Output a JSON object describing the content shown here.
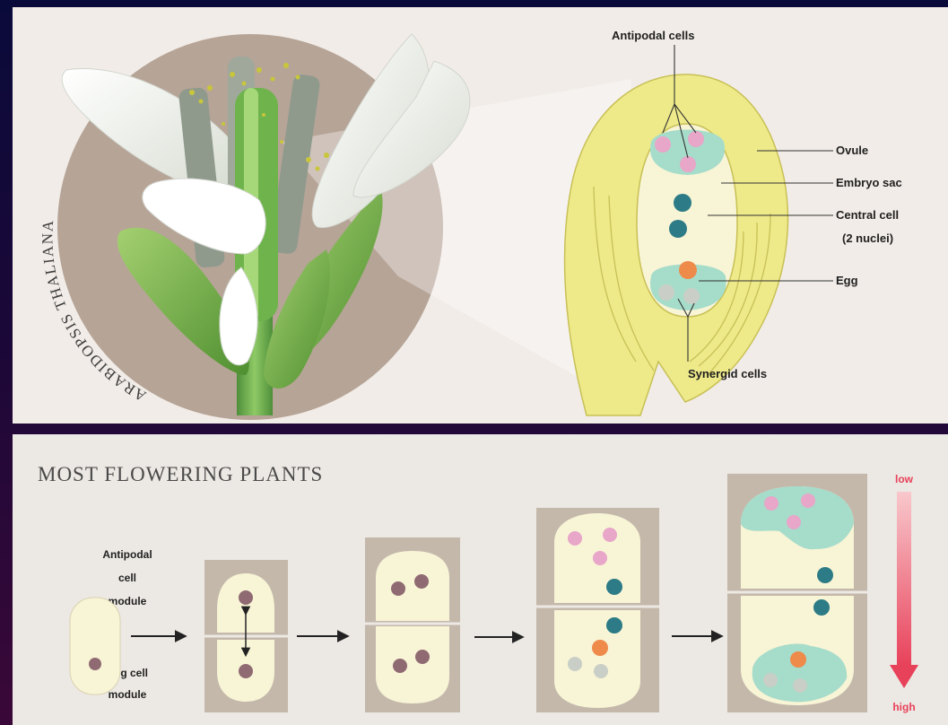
{
  "top_panel": {
    "species_label": "ARABIDOPSIS THALIANA",
    "labels": {
      "antipodal": "Antipodal cells",
      "ovule": "Ovule",
      "embryo_sac": "Embryo sac",
      "central_cell_1": "Central cell",
      "central_cell_2": "(2 nuclei)",
      "egg": "Egg",
      "synergid": "Synergid cells"
    }
  },
  "bottom_panel": {
    "title": "MOST FLOWERING PLANTS",
    "antipodal_module_1": "Antipodal",
    "antipodal_module_2": "cell",
    "antipodal_module_3": "module",
    "egg_module_1": "Egg cell",
    "egg_module_2": "module",
    "gradient_low": "low",
    "gradient_high": "high"
  },
  "colors": {
    "ovule_yellow": "#eeea8a",
    "sac_cream": "#f8f4d6",
    "teal_cluster": "#a6dcca",
    "pink_nucleus": "#e8a6c8",
    "teal_nucleus": "#2c7b86",
    "orange_egg": "#ee8a4a",
    "gray_synergid": "#c9cfc6",
    "purple_nucleus": "#8f6a72",
    "tan_box": "#c4b8ab",
    "gradient_red": "#e8415a"
  }
}
